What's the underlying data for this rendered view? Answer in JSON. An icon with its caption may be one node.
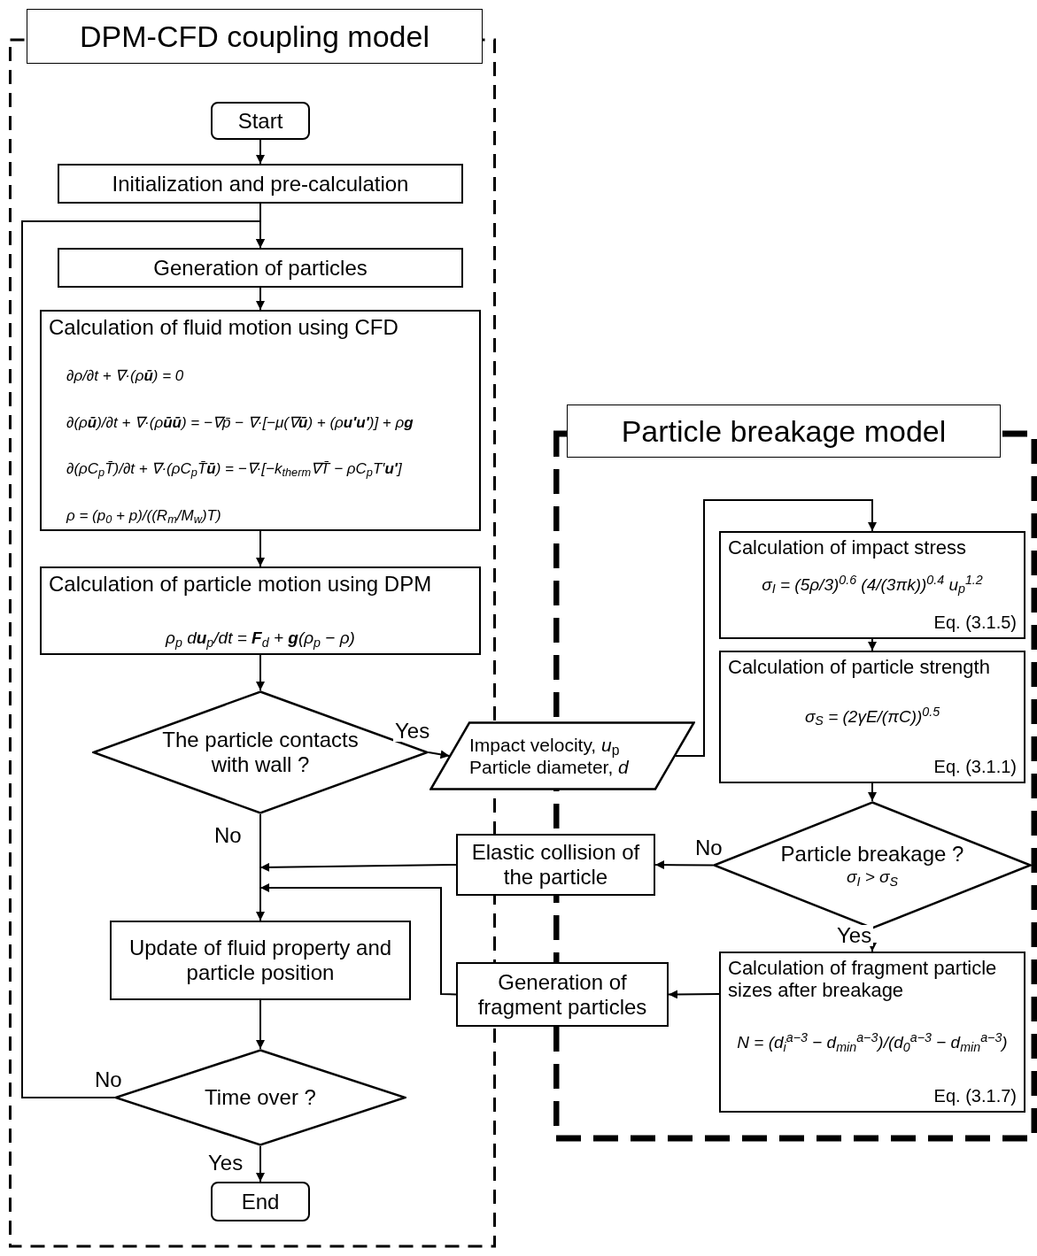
{
  "diagram": {
    "nodes": [
      {
        "text": [
          "DPM-CFD coupling model"
        ]
      },
      {
        "text": [
          "Start"
        ],
        "in": 0
      },
      {
        "text": [
          "Initialization and pre-calculation"
        ],
        "in": 0
      },
      {
        "text": [
          "Generation of particles"
        ],
        "in": 0
      },
      {
        "text": [
          "Calculation of fluid motion using CFD",
          "∂ρ/∂t + ∇·(ρ**ū**) = 0",
          "∂(ρ**ū**)/∂t + ∇·(ρ**ūū**) = −∇p̄ − ∇·[−μ(∇**ū**) + (ρ**u′u′**)] + ρ**g**",
          "∂(ρC$_{p}$T̄)/∂t + ∇·(ρC$_{p}$T̄**ū**) = −∇·[−k$_{therm}$∇T̄ − ρC$_{p}$T′**u′**]",
          "ρ = (p$_{0}$ + p)/((R$_{m}$/M$_{w}$)T)"
        ],
        "in": 0
      },
      {
        "text": [
          "Calculation of particle motion using DPM",
          "ρ$_{p}$ d**u**$_{p}$/dt = **F**$_{d}$ + **g**(ρ$_{p}$ − ρ)"
        ],
        "in": 0
      },
      {
        "text": [
          "The particle contacts with wall ?"
        ],
        "in": 0
      },
      {
        "text": [
          "Update of fluid property and particle position"
        ],
        "in": 0
      },
      {
        "text": [
          "Time over ?"
        ],
        "in": 0
      },
      {
        "text": [
          "End"
        ],
        "in": 0
      },
      {
        "text": [
          "Particle breakage model"
        ]
      },
      {
        "text": [
          "Impact velocity, *u*$_{p}$",
          "Particle diameter, *d*"
        ]
      },
      {
        "text": [
          "Calculation of impact stress",
          "σ$_{I}$ = (5ρ/3)$^{0.6}$ (4/(3πk))$^{0.4}$ u$_{p}$$^{1.2}$",
          "Eq. (3.1.5)"
        ],
        "in": 10
      },
      {
        "text": [
          "Calculation of particle strength",
          "σ$_{S}$ = (2γE/(πC))$^{0.5}$",
          "Eq. (3.1.1)"
        ],
        "in": 10
      },
      {
        "text": [
          "Particle breakage ?",
          "σ$_{I}$ > σ$_{S}$"
        ],
        "in": 10
      },
      {
        "text": [
          "Elastic collision of the particle"
        ]
      },
      {
        "text": [
          "Calculation of fragment particle sizes after breakage",
          "N = (d$_{i}$$^{a−3}$ − d$_{min}$$^{a−3}$)/(d$_{0}$$^{a−3}$ − d$_{min}$$^{a−3}$)",
          "Eq. (3.1.7)"
        ],
        "in": 10
      },
      {
        "text": [
          "Generation of fragment particles"
        ]
      }
    ],
    "edges": [
      {
        "from": 1,
        "to": 2,
        "arrow": "to"
      },
      {
        "from": 2,
        "to": 3,
        "arrow": "to"
      },
      {
        "from": 8,
        "to": 3,
        "label": "No",
        "arrow": "to"
      },
      {
        "from": 3,
        "to": 4,
        "arrow": "to"
      },
      {
        "from": 4,
        "to": 5,
        "arrow": "to"
      },
      {
        "from": 5,
        "to": 6,
        "arrow": "to"
      },
      {
        "from": 6,
        "to": 11,
        "label": "Yes",
        "arrow": "to"
      },
      {
        "from": 11,
        "to": 12,
        "arrow": "to"
      },
      {
        "from": 12,
        "to": 13,
        "arrow": "to"
      },
      {
        "from": 13,
        "to": 14,
        "arrow": "to"
      },
      {
        "from": 14,
        "to": 15,
        "label": "No",
        "arrow": "to"
      },
      {
        "from": 14,
        "to": 16,
        "label": "Yes",
        "arrow": "to"
      },
      {
        "from": 6,
        "to": 7,
        "label": "No",
        "arrow": "to"
      },
      {
        "from": 15,
        "to": 7,
        "arrow": "to"
      },
      {
        "from": 17,
        "to": 7,
        "arrow": "to"
      },
      {
        "from": 16,
        "to": 17,
        "arrow": "to"
      },
      {
        "from": 7,
        "to": 8,
        "arrow": "to"
      },
      {
        "from": 8,
        "to": 9,
        "label": "Yes",
        "arrow": "to"
      }
    ]
  }
}
